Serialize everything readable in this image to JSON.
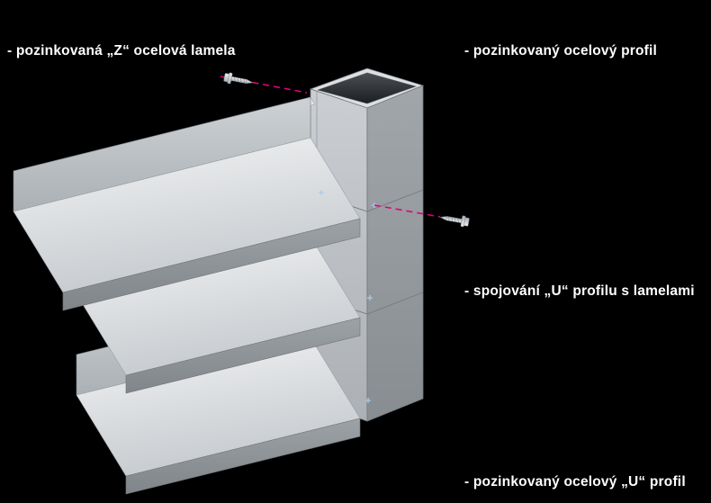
{
  "diagram": {
    "background": "#000000",
    "labels": {
      "z_lamella": "- pozinkovaná „Z“ ocelová lamela",
      "steel_profile": "- pozinkovaný ocelový profil",
      "u_profile_joint": "- spojování „U“ profilu s lamelami",
      "u_profile": "- pozinkovaný ocelový „U“ profil"
    },
    "colors": {
      "leader_line": "#e5007d",
      "label_text": "#ffffff",
      "steel_highlight": "#f3f4f5",
      "steel_light": "#c9cdd1",
      "steel_mid": "#a0a5a9",
      "steel_dark": "#82878b",
      "joint_marker": "#aecbe8"
    },
    "icons": {
      "screw_upper": "self-drilling-screw-icon",
      "screw_right": "self-drilling-screw-icon",
      "joint_marker": "cross-marker-icon"
    }
  }
}
